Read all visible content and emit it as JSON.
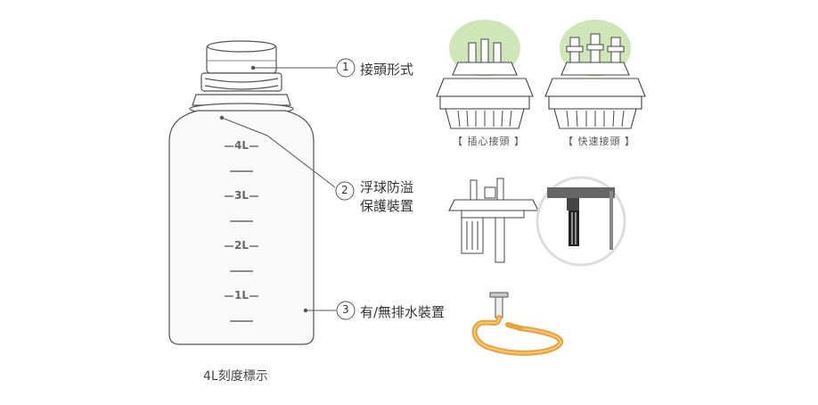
{
  "bottle": {
    "caption": "4L刻度標示",
    "volume_marks": [
      "4L",
      "3L",
      "2L",
      "1L"
    ]
  },
  "callouts": [
    {
      "number": "1",
      "label": "接頭形式"
    },
    {
      "number": "2",
      "label": "浮球防溢\n保護裝置"
    },
    {
      "number": "3",
      "label": "有/無排水裝置"
    }
  ],
  "connector_types": [
    {
      "caption": "【 插心接頭 】"
    },
    {
      "caption": "【 快速接頭 】"
    }
  ],
  "colors": {
    "line": "#555555",
    "highlight": "#cfe6b8",
    "tube": "#e8a33a",
    "bottle_fill": "#fafafa"
  }
}
